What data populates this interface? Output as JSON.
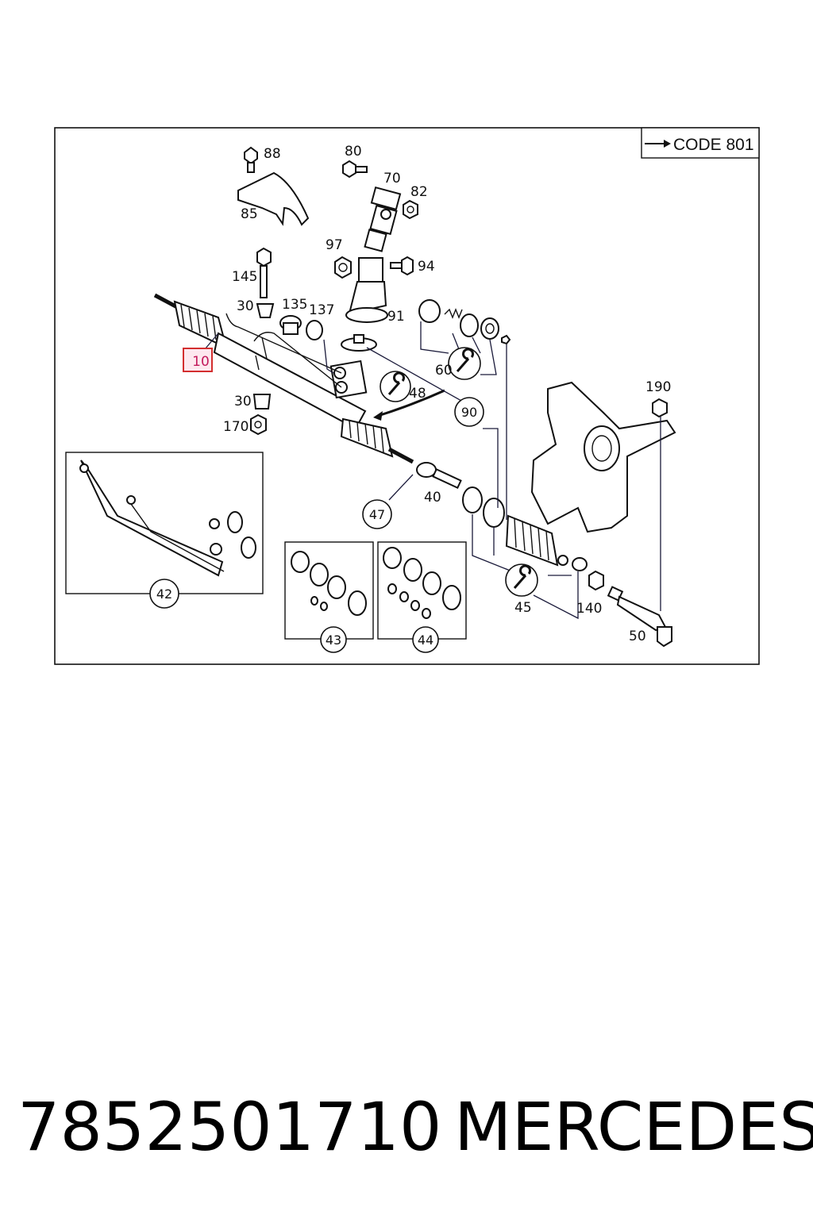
{
  "diagram": {
    "code_label": "CODE 801",
    "highlighted_callout": "10",
    "callouts": [
      "88",
      "80",
      "70",
      "82",
      "85",
      "97",
      "94",
      "145",
      "30",
      "135",
      "137",
      "91",
      "60",
      "48",
      "90",
      "190",
      "30",
      "170",
      "47",
      "40",
      "42",
      "43",
      "44",
      "45",
      "140",
      "50"
    ]
  },
  "footer": {
    "part_number": "7852501710",
    "brand": "MERCEDES"
  }
}
